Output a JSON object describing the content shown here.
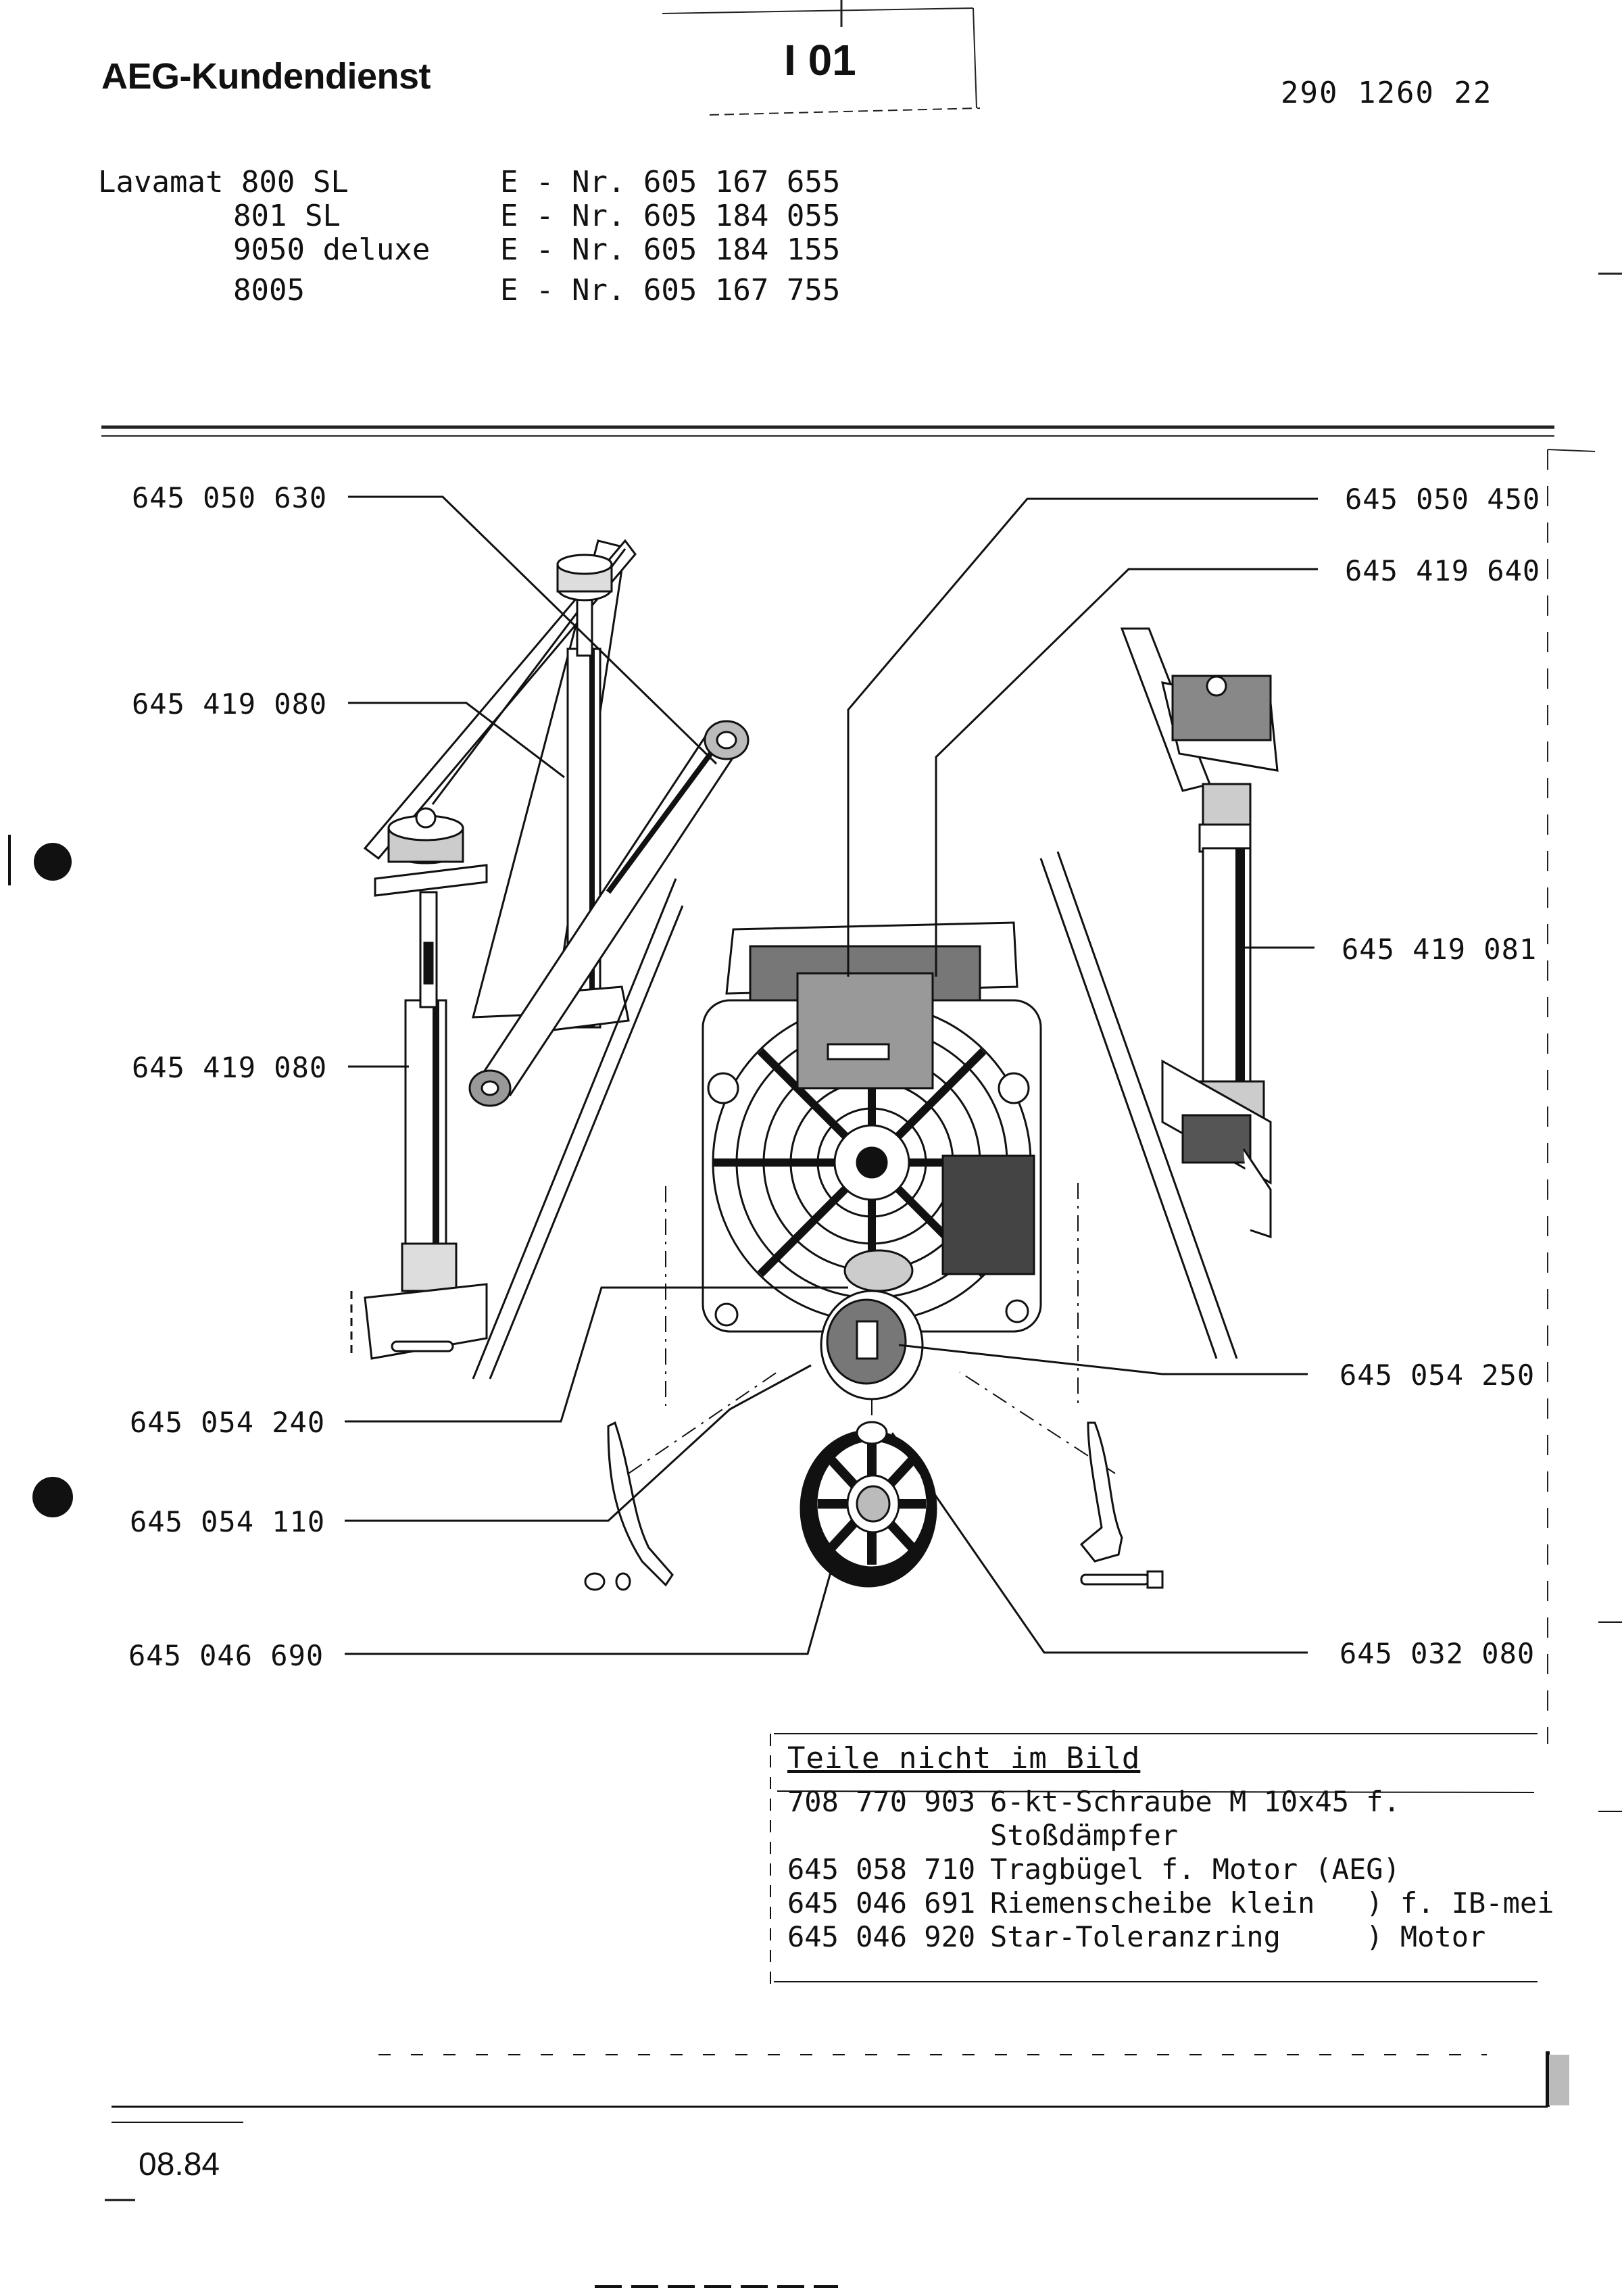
{
  "header": {
    "brand": "AEG-Kundendienst",
    "sheet": "I 01",
    "doc_number": "290 1260 22"
  },
  "models": [
    {
      "name": "Lavamat 800 SL",
      "enr": "E - Nr. 605 167 655"
    },
    {
      "name": "801 SL",
      "enr": "E - Nr. 605 184 055"
    },
    {
      "name": "9050 deluxe",
      "enr": "E - Nr. 605 184 155"
    },
    {
      "name": "8005",
      "enr": "E - Nr. 605 167 755"
    }
  ],
  "parts_left": [
    "645 050 630",
    "645 419 080",
    "645 419 080",
    "645 054 240",
    "645 054 110",
    "645 046 690"
  ],
  "parts_right": [
    "645 050 450",
    "645 419 640",
    "645 419 081",
    "645 054 250",
    "645 032 080"
  ],
  "not_shown": {
    "title": "Teile nicht im Bild",
    "rows": [
      {
        "num": "708 770 903",
        "desc": "6-kt-Schraube M 10x45 f."
      },
      {
        "num": "",
        "desc": "Stoßdämpfer"
      },
      {
        "num": "645 058 710",
        "desc": "Tragbügel f. Motor (AEG)"
      },
      {
        "num": "645 046 691",
        "desc": "Riemenscheibe klein   ) f. IB-mei"
      },
      {
        "num": "645 046 920",
        "desc": "Star-Toleranzring     ) Motor"
      }
    ]
  },
  "footer": {
    "date": "08.84"
  }
}
